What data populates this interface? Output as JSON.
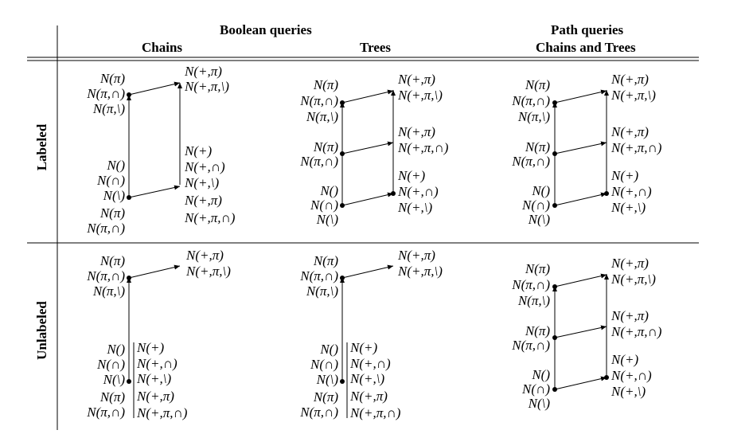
{
  "headers": {
    "boolean": "Boolean queries",
    "chains": "Chains",
    "trees": "Trees",
    "path": "Path queries",
    "path_sub": "Chains and Trees"
  },
  "rows": {
    "labeled": "Labeled",
    "unlabeled": "Unlabeled"
  },
  "labels": {
    "N_pi": "N(π)",
    "N_pi_cap": "N(π,∩)",
    "N_pi_bs": "N(π,\\)",
    "N_plus_pi": "N(+,π)",
    "N_plus_pi_bs": "N(+,π,\\)",
    "N_plus": "N(+)",
    "N_plus_cap": "N(+,∩)",
    "N_plus_bs": "N(+,\\)",
    "N_plus_pi_cap": "N(+,π,∩)",
    "N_empty": "N()",
    "N_cap": "N(∩)",
    "N_bs": "N(\\)"
  }
}
